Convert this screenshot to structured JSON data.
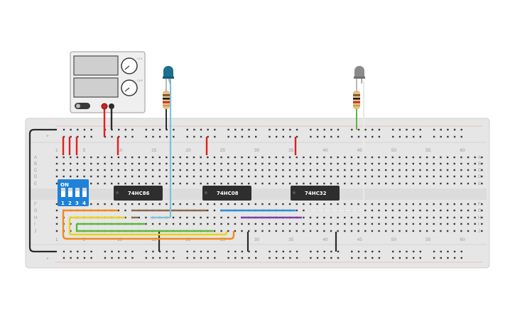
{
  "breadboard": {
    "column_numbers": [
      "1",
      "5",
      "10",
      "15",
      "20",
      "25",
      "30",
      "35",
      "40",
      "45",
      "50",
      "55",
      "60"
    ],
    "row_letters_top": [
      "A",
      "B",
      "C",
      "D",
      "E"
    ],
    "row_letters_bottom": [
      "F",
      "G",
      "H",
      "I",
      "J"
    ],
    "rail_plus": "+",
    "rail_minus": "−"
  },
  "dip_switch": {
    "label": "ON",
    "positions": [
      "1",
      "2",
      "3",
      "4"
    ]
  },
  "chips": [
    {
      "id": "u1",
      "label": "74HC86"
    },
    {
      "id": "u2",
      "label": "74HC08"
    },
    {
      "id": "u3",
      "label": "74HC32"
    }
  ],
  "leds": [
    {
      "id": "led-blue",
      "color": "#1f6e8e"
    },
    {
      "id": "led-gray",
      "color": "#8a8a8a"
    }
  ],
  "power_supply": {
    "brand": "CH1",
    "mode": "CH2"
  },
  "colors": {
    "board": "#e6e6e6",
    "hole": "#3a3a3a",
    "red_wire": "#e02020",
    "black_wire": "#2b2b2b",
    "orange": "#f08a1c",
    "yellow": "#e8d21a",
    "green": "#5bb83a",
    "brown": "#8a6a4f",
    "blue": "#2a8fd4",
    "purple": "#7c3fa8",
    "light_blue": "#7cc3dd",
    "white": "#f5f5f5",
    "chip": "#2e2e2e",
    "dip": "#1f82d8"
  }
}
